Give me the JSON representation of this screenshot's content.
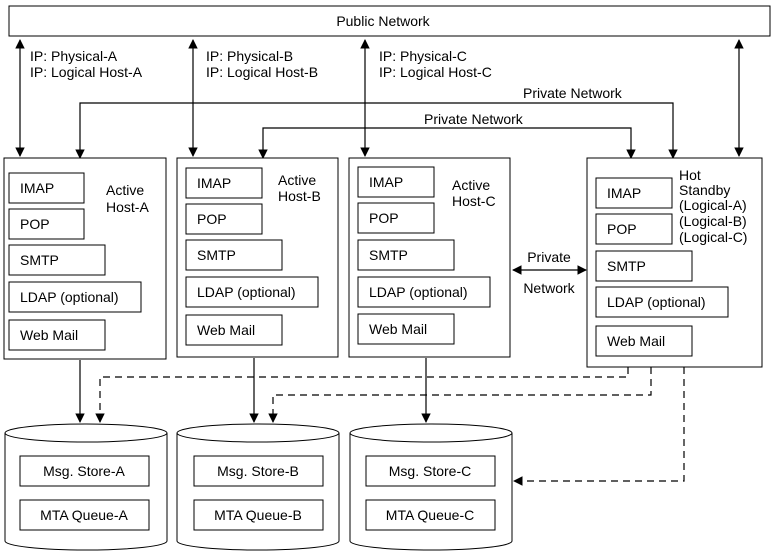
{
  "public_network": "Public Network",
  "ip_labels": {
    "a_physical": "IP: Physical-A",
    "a_logical": "IP: Logical Host-A",
    "b_physical": "IP: Physical-B",
    "b_logical": "IP: Logical Host-B",
    "c_physical": "IP: Physical-C",
    "c_logical": "IP: Logical Host-C"
  },
  "private_network_label": "Private Network",
  "private_side": {
    "line1": "Private",
    "line2": "Network"
  },
  "host_a": {
    "title1": "Active",
    "title2": "Host-A"
  },
  "host_b": {
    "title1": "Active",
    "title2": "Host-B"
  },
  "host_c": {
    "title1": "Active",
    "title2": "Host-C"
  },
  "standby": {
    "line1": "Hot",
    "line2": "Standby",
    "line3": "(Logical-A)",
    "line4": "(Logical-B)",
    "line5": "(Logical-C)"
  },
  "services": {
    "imap": "IMAP",
    "pop": "POP",
    "smtp": "SMTP",
    "ldap": "LDAP (optional)",
    "webmail": "Web Mail"
  },
  "stores": {
    "a": {
      "store": "Msg. Store-A",
      "queue": "MTA Queue-A"
    },
    "b": {
      "store": "Msg. Store-B",
      "queue": "MTA Queue-B"
    },
    "c": {
      "store": "Msg. Store-C",
      "queue": "MTA Queue-C"
    }
  },
  "colors": {
    "line": "#000000",
    "background": "#ffffff"
  }
}
